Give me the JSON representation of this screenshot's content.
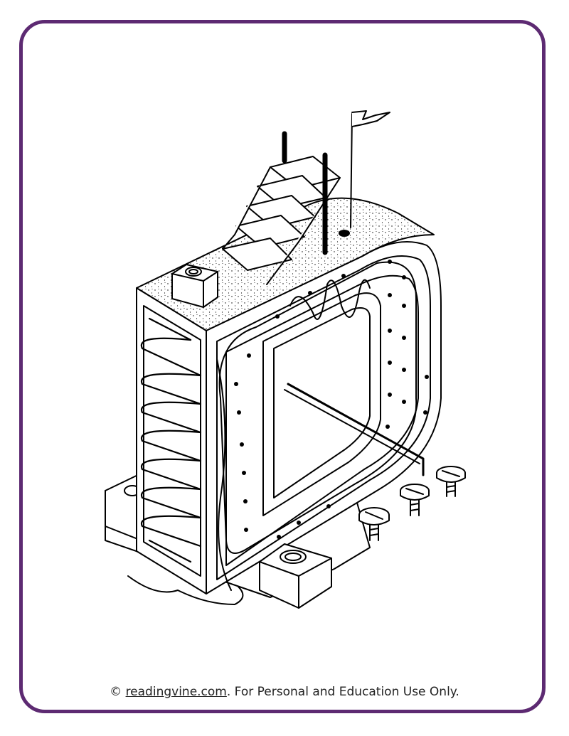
{
  "page": {
    "border_color": "#5d2a72"
  },
  "illustration": {
    "subject": "isometric-letter-d-coloring-art"
  },
  "footer": {
    "copyright_symbol": "©",
    "site_link": "readingvine.com",
    "notice": ". For Personal and Education Use Only."
  }
}
